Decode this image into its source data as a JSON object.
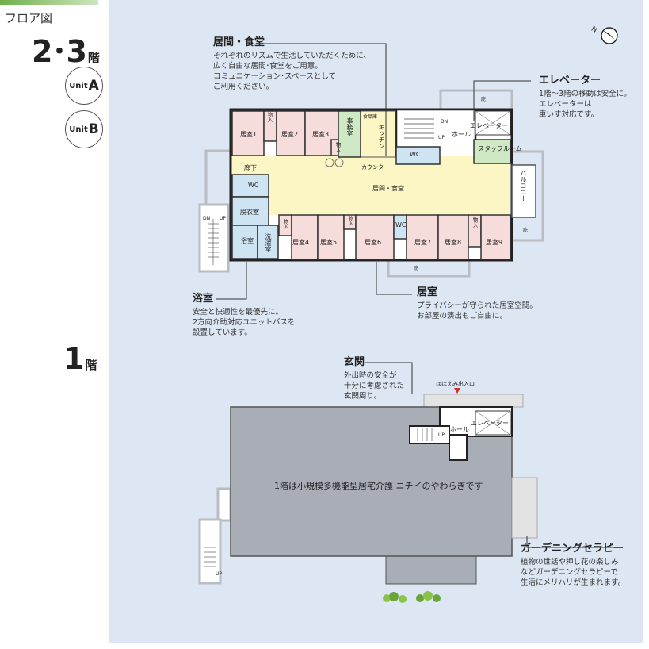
{
  "sidebar": {
    "title": "フロア図",
    "floor_upper": {
      "number": "2･3",
      "suffix": "階"
    },
    "unit_a": {
      "prefix": "Unit",
      "letter": "A"
    },
    "unit_b": {
      "prefix": "Unit",
      "letter": "B"
    },
    "floor_lower": {
      "number": "1",
      "suffix": "階"
    }
  },
  "rooms": {
    "room1": "居室1",
    "room2": "居室2",
    "room3": "居室3",
    "room4": "居室4",
    "room5": "居室5",
    "room6": "居室6",
    "room7": "居室7",
    "room8": "居室8",
    "room9": "居室9",
    "office": "事務室",
    "kitchen": "キッチン",
    "food_storage": "食品庫",
    "counter": "カウンター",
    "corridor": "廊下",
    "living_dining": "居間・食堂",
    "wc": "WC",
    "changing_room": "脱衣室",
    "bath": "浴室",
    "laundry": "洗濯室",
    "storage": "物入",
    "elevator": "エレベーター",
    "hall": "ホール",
    "staff_room": "スタッフルーム",
    "balcony": "バルコニー",
    "eaves": "庇",
    "up": "UP",
    "dn": "DN"
  },
  "annotations": {
    "living": {
      "title": "居間・食堂",
      "lines": [
        "それぞれのリズムで生活していただくために、",
        "広く自由な居間･食堂をご用意。",
        "コミュニケーション･スペースとして",
        "ご利用ください。"
      ]
    },
    "elevator": {
      "title": "エレベーター",
      "lines": [
        "1階～3階の移動は安全に。",
        "エレベーターは",
        "車いす対応です。"
      ]
    },
    "bath": {
      "title": "浴室",
      "lines": [
        "安全と快適性を最優先に。",
        "2方向介助対応ユニットバスを",
        "設置しています。"
      ]
    },
    "room": {
      "title": "居室",
      "lines": [
        "プライバシーが守られた居室空間。",
        "お部屋の演出もご自由に。"
      ]
    },
    "entrance": {
      "title": "玄関",
      "lines": [
        "外出時の安全が",
        "十分に考慮された",
        "玄関周り。"
      ]
    },
    "gardening": {
      "title": "ガーデニングセラピー",
      "lines": [
        "植物の世話や押し花の楽しみ",
        "などガーデニングセラピーで",
        "生活にメリハリが生まれます。"
      ]
    }
  },
  "first_floor": {
    "entrance_label": "ほほえみ出入口",
    "center_text": "1階は小規模多機能型居宅介護 ニチイのやわらぎです"
  },
  "colors": {
    "room_fill": "#f7dcdc",
    "living_fill": "#fbf6c4",
    "office_fill": "#cfe9c4",
    "wc_fill": "#cfe4f3",
    "building_gray": "#a9adb6",
    "panel_bg": "#dde6f3",
    "accent_green": "#6fb04a",
    "entrance_marker": "#d2302a"
  }
}
